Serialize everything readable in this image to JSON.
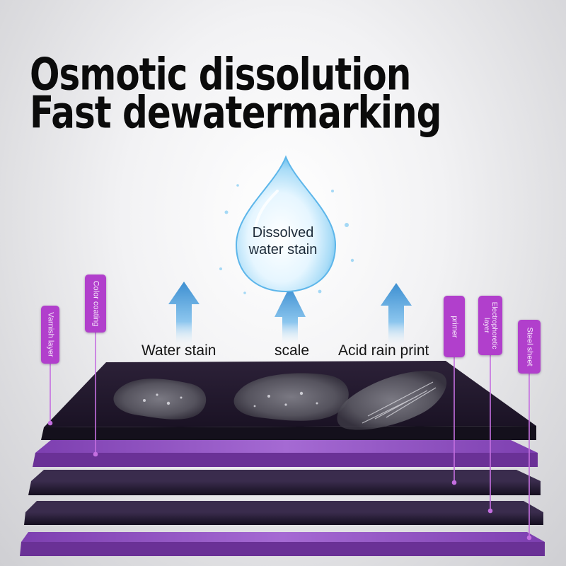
{
  "headline": {
    "line1": "Osmotic dissolution",
    "line2": "Fast dewatermarking"
  },
  "droplet": {
    "line1": "Dissolved",
    "line2": "water stain"
  },
  "stains": [
    {
      "label": "Water stain"
    },
    {
      "label": "scale"
    },
    {
      "label": "Acid rain print"
    }
  ],
  "layer_tags": {
    "varnish": "Varnish layer",
    "color_coating": "Color coating",
    "primer": "primer",
    "electrophoretic": "Electrophoretic layer",
    "steel": "Steel sheet"
  },
  "colors": {
    "dark_layer": "#241a33",
    "purple_layer": "#9a55c9",
    "tag": "#b13fcc",
    "arrow": "#6fb6e6",
    "droplet": "#cfeeff"
  }
}
